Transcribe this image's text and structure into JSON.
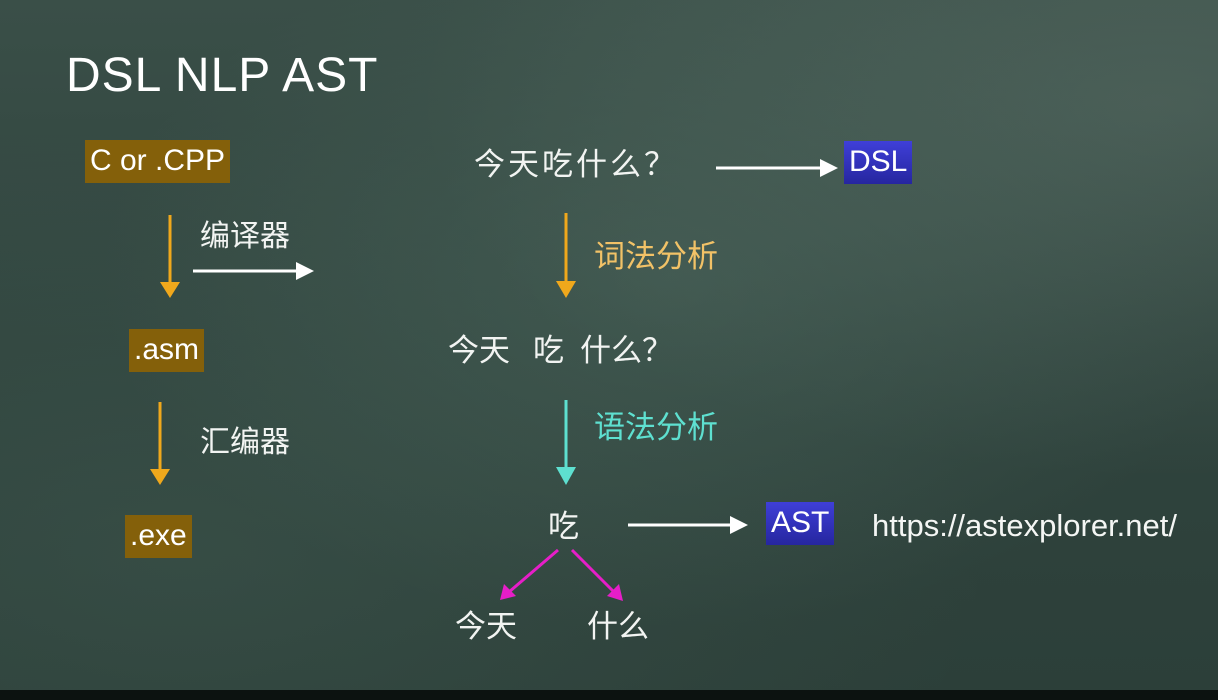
{
  "title": "DSL NLP AST",
  "left_column": {
    "source_box": "C or .CPP",
    "step1_label": "编译器",
    "asm_box": ".asm",
    "step2_label": "汇编器",
    "exe_box": ".exe"
  },
  "right_column": {
    "sentence": "今天吃什么？",
    "dsl_box": "DSL",
    "lexical_label": "词法分析",
    "tokens": [
      "今天",
      "吃",
      "什么？"
    ],
    "syntax_label": "语法分析",
    "root_node": "吃",
    "ast_box": "AST",
    "ast_url": "https://astexplorer.net/",
    "child_nodes": [
      "今天",
      "什么"
    ]
  },
  "colors": {
    "board": "#30443e",
    "gold_box": "#84600a",
    "blue_box": "#2f2fc0",
    "arrow_orange": "#f0a81c",
    "lexical_text": "#f2c267",
    "syntax_text": "#5ee0d0",
    "arrow_cyan": "#5ee0d0",
    "arrow_magenta": "#e61ec8",
    "arrow_white": "#ffffff"
  }
}
